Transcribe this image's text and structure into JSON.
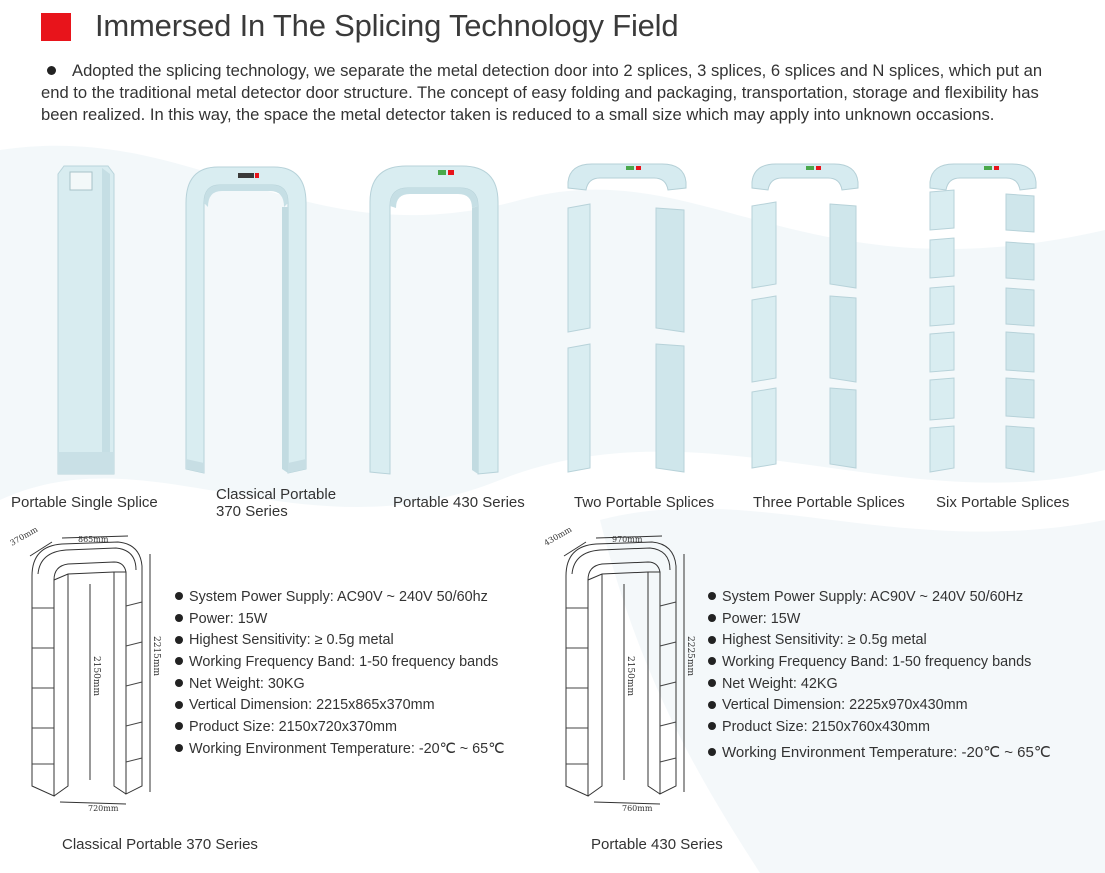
{
  "header": {
    "title": "Immersed In The Splicing Technology Field",
    "accent_color": "#e8141b"
  },
  "intro": {
    "text": "Adopted the splicing technology, we separate the metal detection door into 2 splices, 3 splices, 6 splices and N splices, which put an end to the traditional metal detector door structure.  The concept of easy folding and packaging, transportation, storage and flexibility has been realized. In this way, the space the metal detector taken is reduced to a small size which may apply into unknown occasions."
  },
  "products": [
    {
      "label": "Portable Single Splice"
    },
    {
      "label_line1": "Classical Portable",
      "label_line2": "370 Series"
    },
    {
      "label": "Portable 430 Series"
    },
    {
      "label": "Two Portable Splices"
    },
    {
      "label": "Three Portable Splices"
    },
    {
      "label": "Six Portable Splices"
    }
  ],
  "models": [
    {
      "caption": "Classical Portable 370 Series",
      "dims": {
        "depth": "370mm",
        "width": "865mm",
        "inner_height": "2150mm",
        "height": "2215mm",
        "inner_width": "720mm"
      },
      "specs": [
        "System Power Supply: AC90V ~ 240V 50/60hz",
        "Power: 15W",
        "Highest Sensitivity: ≥ 0.5g metal",
        "Working Frequency Band: 1-50 frequency bands",
        "Net Weight: 30KG",
        "Vertical Dimension: 2215x865x370mm",
        "Product Size: 2150x720x370mm",
        "Working Environment Temperature: -20℃ ~ 65℃"
      ]
    },
    {
      "caption": "Portable 430 Series",
      "dims": {
        "depth": "430mm",
        "width": "970mm",
        "inner_height": "2150mm",
        "height": "2225mm",
        "inner_width": "760mm"
      },
      "specs": [
        "System Power Supply: AC90V ~ 240V 50/60Hz",
        "Power: 15W",
        "Highest Sensitivity: ≥ 0.5g metal",
        "Working Frequency Band: 1-50 frequency bands",
        "Net Weight: 42KG",
        "Vertical Dimension: 2225x970x430mm",
        "Product Size: 2150x760x430mm",
        "Working Environment Temperature: -20℃ ~ 65℃"
      ]
    }
  ]
}
